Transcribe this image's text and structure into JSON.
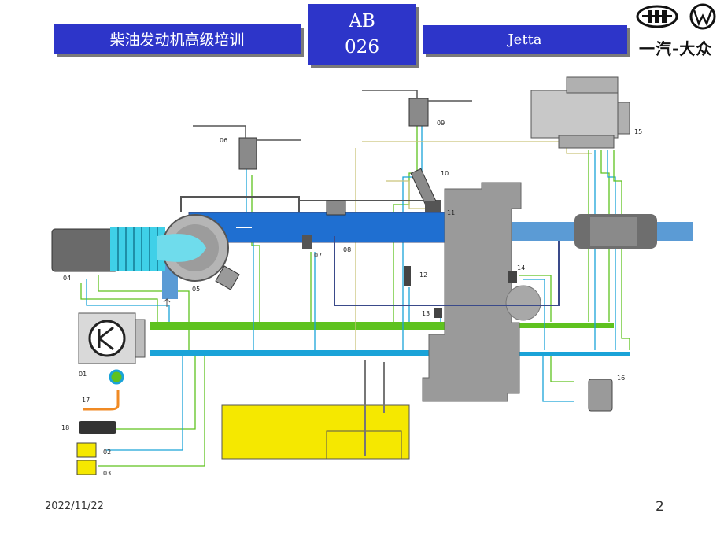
{
  "header": {
    "course_title": "柴油发动机高级培训",
    "code_line1": "AB",
    "code_line2": "026",
    "model": "Jetta"
  },
  "logo": {
    "brand_text": "一汽-大众"
  },
  "diagram": {
    "labels": [
      "01",
      "02",
      "03",
      "04",
      "05",
      "06",
      "07",
      "08",
      "09",
      "10",
      "11",
      "12",
      "13",
      "14",
      "15",
      "16",
      "17",
      "18"
    ]
  },
  "footer": {
    "date": "2022/11/22",
    "page": "2"
  },
  "colors": {
    "header_blue": "#2d35c9",
    "intake_blue": "#1f6fd1",
    "exhaust_blue": "#5b9bd5",
    "engine_gray": "#9a9a9a",
    "fuel_yellow": "#f5e800",
    "signal_green": "#5fc21f",
    "signal_cyan": "#1aa3d8"
  }
}
